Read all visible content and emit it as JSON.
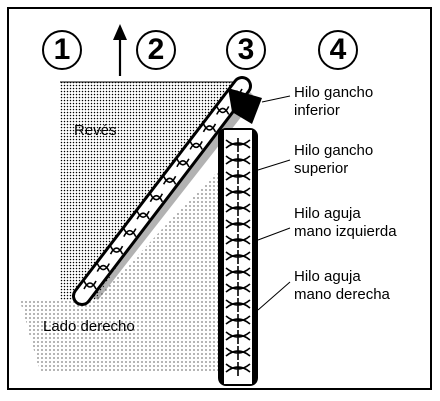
{
  "steps": [
    "1",
    "2",
    "3",
    "4"
  ],
  "labels": {
    "reves": "Revés",
    "lado_derecho": "Lado derecho"
  },
  "threads": [
    {
      "line1": "Hilo gancho",
      "line2": "inferior"
    },
    {
      "line1": "Hilo gancho",
      "line2": "superior"
    },
    {
      "line1": "Hilo aguja",
      "line2": "mano izquierda"
    },
    {
      "line1": "Hilo aguja",
      "line2": "mano derecha"
    }
  ],
  "colors": {
    "ink": "#000000",
    "paper": "#ffffff"
  },
  "icons": [
    "up-arrow-icon"
  ]
}
